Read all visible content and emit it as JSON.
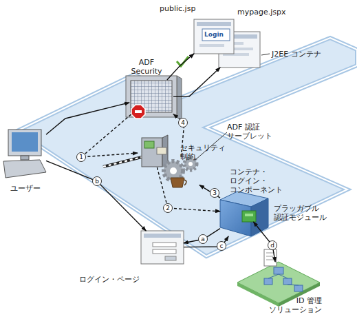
{
  "diagram": {
    "nodes": [
      {
        "text": [
          "ADF Security"
        ]
      },
      {
        "text": [
          "public.jsp",
          "Login"
        ]
      },
      {
        "text": [
          "mypage.jspx"
        ]
      },
      {
        "text": [
          "ユーザー"
        ]
      },
      {
        "text": [
          "セキュリティ 制約"
        ]
      },
      {
        "text": [
          "ADF 認証 サーブレット"
        ]
      },
      {
        "text": [
          "コンテナ・ ログイン・コンポーネント"
        ]
      },
      {
        "text": [
          "プラッガブル 認証モジュール"
        ],
        "in": 6
      },
      {
        "text": [
          "ログイン・ページ"
        ]
      },
      {
        "text": [
          "ID 管理 ソリューション"
        ]
      }
    ],
    "edges": [
      {
        "from": 3,
        "to": 0,
        "arrow": "to"
      },
      {
        "from": 0,
        "to": 1,
        "arrow": "to"
      },
      {
        "from": 0,
        "to": 2,
        "arrow": "to"
      },
      {
        "from": 0,
        "to": 4,
        "label": "1",
        "arrow": "to"
      },
      {
        "from": 4,
        "to": 6,
        "label": "2",
        "arrow": "to"
      },
      {
        "from": 6,
        "to": 5,
        "label": "3",
        "arrow": "to"
      },
      {
        "from": 5,
        "to": 0,
        "label": "4",
        "arrow": "to"
      },
      {
        "from": 3,
        "to": 8,
        "label": "b",
        "arrow": "to"
      },
      {
        "from": 6,
        "to": 8,
        "label": "a",
        "arrow": "to"
      },
      {
        "from": 8,
        "to": 6,
        "label": "c",
        "arrow": "to"
      },
      {
        "from": 7,
        "to": 9,
        "label": "d",
        "arrow": "both"
      }
    ],
    "labels": [
      "J2EE コンテナ"
    ]
  }
}
